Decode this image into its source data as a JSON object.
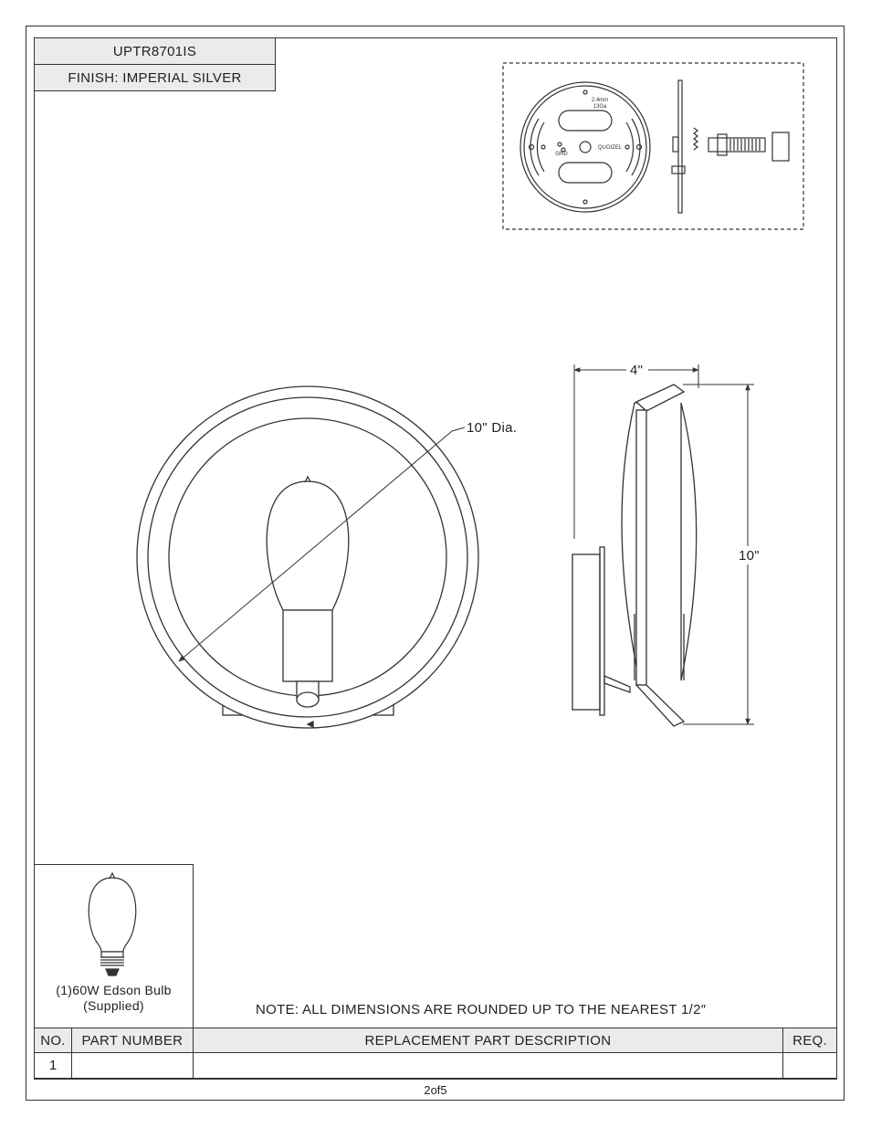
{
  "header": {
    "model": "UPTR8701IS",
    "finish": "FINISH: IMPERIAL SILVER"
  },
  "mounting_plate": {
    "gauge_line1": "2.4mm",
    "gauge_line2": "13Ga",
    "brand": "QUOIZEL",
    "ground_label": "GRD"
  },
  "dimensions": {
    "diameter": "10\" Dia.",
    "depth": "4\"",
    "height": "10\""
  },
  "bulb": {
    "caption_line1": "(1)60W Edson Bulb",
    "caption_line2": "(Supplied)"
  },
  "note": "NOTE:  ALL DIMENSIONS ARE ROUNDED UP TO THE NEAREST  1/2″",
  "parts_table": {
    "headers": [
      "NO.",
      "PART NUMBER",
      "REPLACEMENT PART DESCRIPTION",
      "REQ."
    ],
    "rows": [
      [
        "1",
        "",
        "",
        ""
      ]
    ]
  },
  "page": "2of5"
}
